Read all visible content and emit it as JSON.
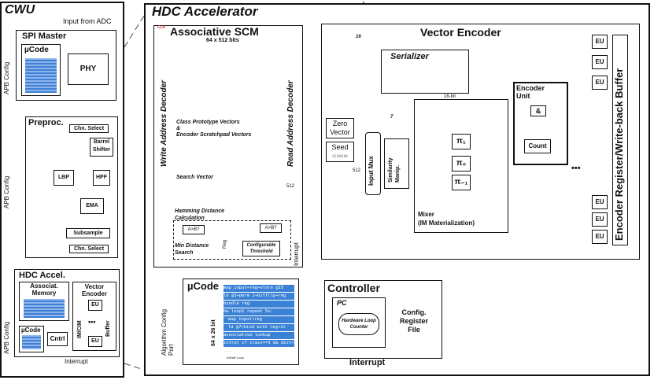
{
  "cwu": {
    "title": "CWU",
    "input_label": "Input from ADC",
    "apb_config": "APB Config",
    "spi": {
      "title": "SPI Master",
      "ucode": "µCode",
      "phy": "PHY"
    },
    "preproc": {
      "title": "Preproc.",
      "chn_select_top": "Chn. Select",
      "barrel": "Barrel Shifter",
      "lbp": "LBP",
      "hpf": "HPF",
      "ema": "EMA",
      "subsample": "Subsample",
      "chn_select_bottom": "Chn. Select"
    },
    "hdc": {
      "title": "HDC Accel.",
      "assoc": "Associat. Memory",
      "vector_encoder": "Vector Encoder",
      "im_cim": "IM/CIM",
      "eu": "EU",
      "dots": "•••",
      "buffer": "Buffer",
      "ucode": "µCode",
      "cntrl": "Cntrl",
      "interrupt": "Interrupt"
    }
  },
  "accel": {
    "title": "HDC Accelerator",
    "clk": "CLK",
    "scm": {
      "title": "Associative SCM",
      "size": "64 x 512 bits",
      "write_dec": "Write Address Decoder",
      "read_dec": "Read Address Decoder",
      "class_vectors": "Class Prototype Vectors",
      "amp": "&",
      "scratch": "Encoder Scratchpad Vectors",
      "search_vector": "Search Vector",
      "hamming": "Hamming Distance Calculation",
      "min_search": "Min Distance Search",
      "cmp1": "A>B?",
      "cmp2": "A>B?",
      "reg": "Reg",
      "threshold": "Configurable Threshold",
      "w512": "512",
      "interrupt": "Interrupt"
    },
    "encoder": {
      "title": "Vector Encoder",
      "w16": "16",
      "serializer": "Serializer",
      "bits16": "16-bit",
      "w7": "7",
      "zero": "Zero Vector",
      "seed": "Seed",
      "seed_bits": "01100100",
      "w512": "512",
      "input_mux": "Input Mux",
      "sim": "Similarity Manip.",
      "pi1": "π₁",
      "pi0": "π₀",
      "pim1": "π₋₁",
      "mixer": "Mixer",
      "im": "(IM Materialization)",
      "eu_title": "Encoder Unit",
      "and": "&",
      "count": "Count",
      "eu": "EU",
      "dots": "•••",
      "reg_buffer": "Encoder Register/Write-back Buffer"
    },
    "ucode": {
      "title": "µCode",
      "size": "64 x 26 bit",
      "port": "Algorithm Config Port",
      "lines": [
        "map_input→reg→store @15",
        "ld @3→perm 1→bitflip→reg",
        "bundle reg",
        "hw loop1 repeat 5x:",
        "map_input→reg",
        "ld @7→bind with reg→st",
        "associative lookup",
        "intrpt if class==3 && dist<th",
        "...",
        "Infinite Loop"
      ]
    },
    "controller": {
      "title": "Controller",
      "pc": "PC",
      "loop": "Hardware Loop Counter",
      "config": "Config. Register File",
      "interrupt": "Interrupt"
    }
  }
}
